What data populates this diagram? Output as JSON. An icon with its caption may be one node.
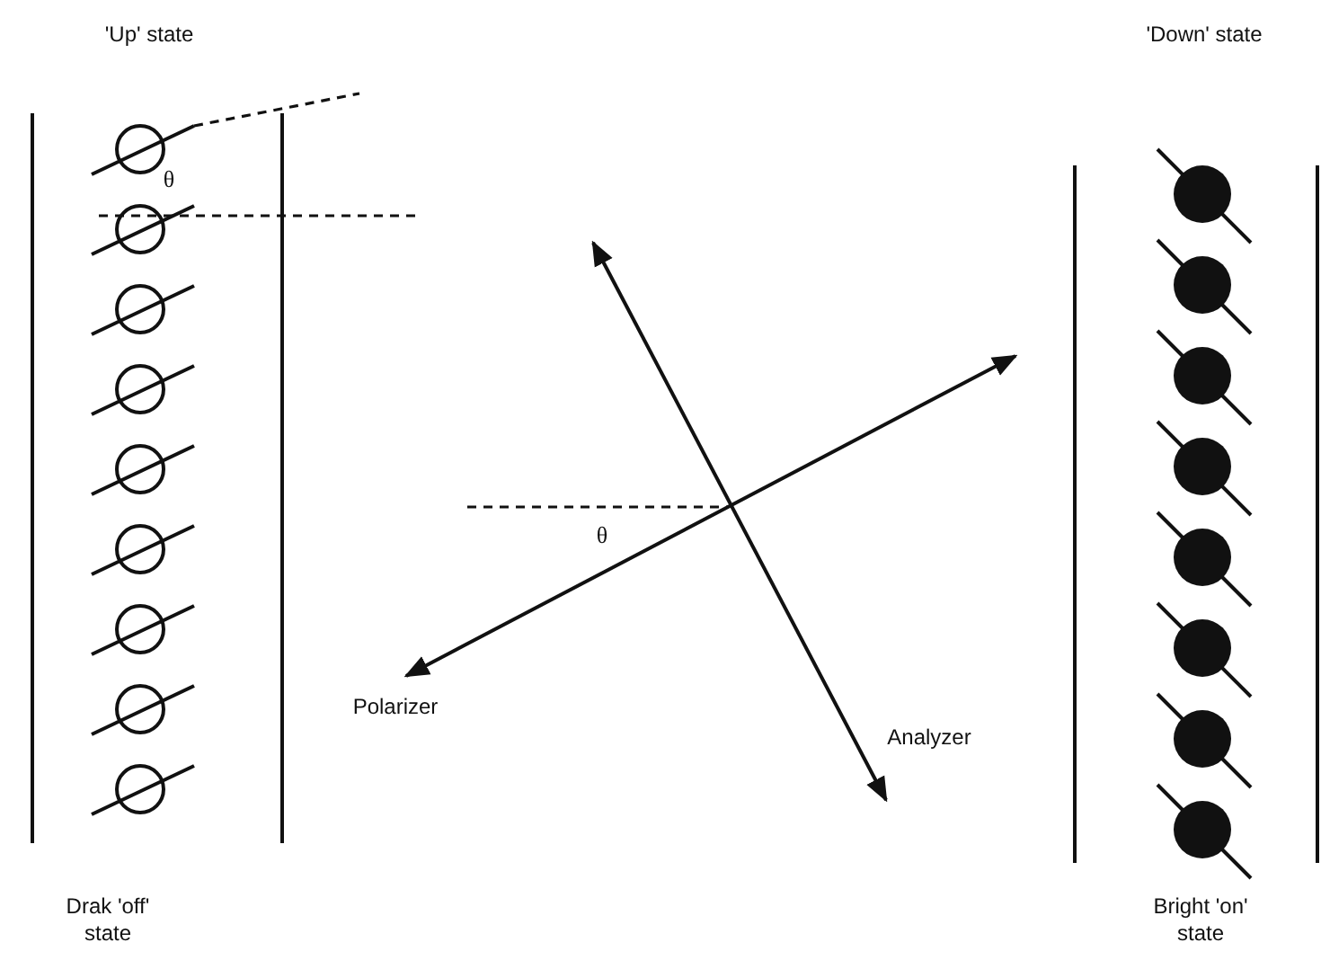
{
  "diagram": {
    "labels": [
      "'Up' state",
      "θ",
      "'Down' state",
      "θ",
      "Polarizer",
      "Analyzer",
      "Drak 'off' state",
      "Bright 'on' state"
    ]
  }
}
